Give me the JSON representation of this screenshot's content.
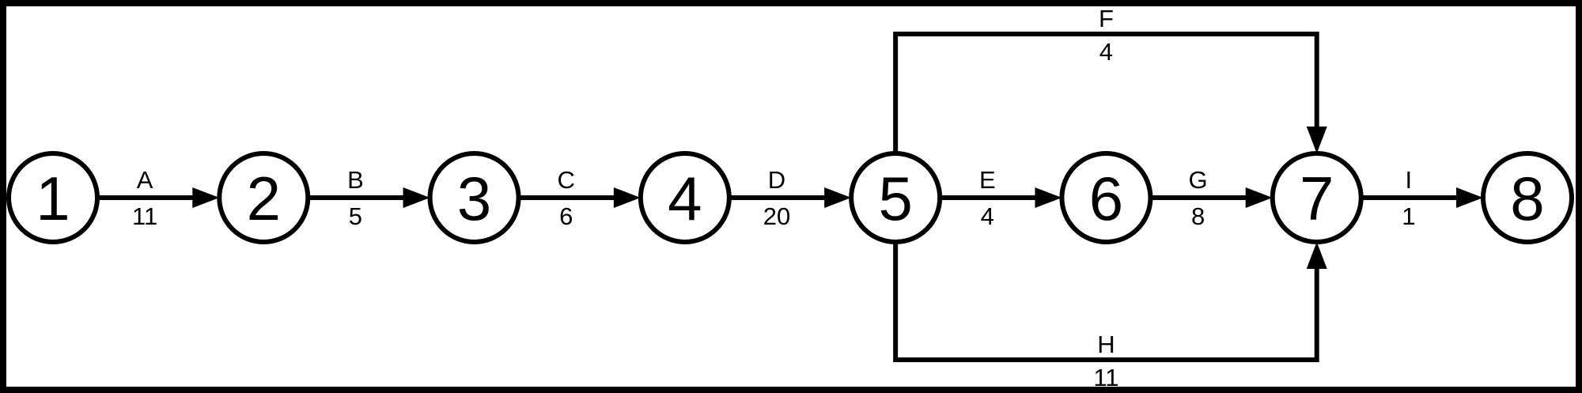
{
  "diagram": {
    "type": "activity-on-arrow-network",
    "colors": {
      "stroke": "#000000",
      "background": "#ffffff"
    },
    "nodes": [
      {
        "id": "1"
      },
      {
        "id": "2"
      },
      {
        "id": "3"
      },
      {
        "id": "4"
      },
      {
        "id": "5"
      },
      {
        "id": "6"
      },
      {
        "id": "7"
      },
      {
        "id": "8"
      }
    ],
    "edges": [
      {
        "from": "1",
        "to": "2",
        "label": "A",
        "duration": "11",
        "route": "straight"
      },
      {
        "from": "2",
        "to": "3",
        "label": "B",
        "duration": "5",
        "route": "straight"
      },
      {
        "from": "3",
        "to": "4",
        "label": "C",
        "duration": "6",
        "route": "straight"
      },
      {
        "from": "4",
        "to": "5",
        "label": "D",
        "duration": "20",
        "route": "straight"
      },
      {
        "from": "5",
        "to": "6",
        "label": "E",
        "duration": "4",
        "route": "straight"
      },
      {
        "from": "6",
        "to": "7",
        "label": "G",
        "duration": "8",
        "route": "straight"
      },
      {
        "from": "7",
        "to": "8",
        "label": "I",
        "duration": "1",
        "route": "straight"
      },
      {
        "from": "5",
        "to": "7",
        "label": "F",
        "duration": "4",
        "route": "elbow-top"
      },
      {
        "from": "5",
        "to": "7",
        "label": "H",
        "duration": "11",
        "route": "elbow-bottom"
      }
    ]
  }
}
